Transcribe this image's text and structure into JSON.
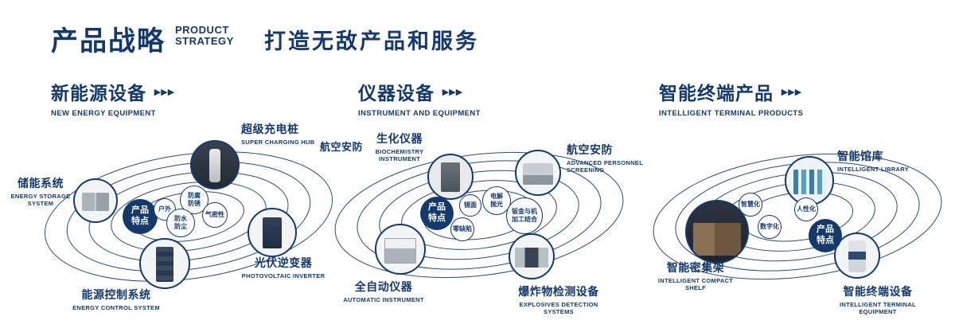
{
  "colors": {
    "navy": "#16396b",
    "background": "#ffffff"
  },
  "header": {
    "title": "产品战略",
    "subtitle_line1": "PRODUCT",
    "subtitle_line2": "STRATEGY",
    "tagline": "打造无敌产品和服务",
    "arrows": "▸▸▸"
  },
  "sections": [
    {
      "title": "新能源设备",
      "subtitle": "NEW ENERGY EQUIPMENT",
      "badge": "产品特点",
      "products": [
        {
          "name": "储能系统",
          "en": "ENERGY STORAGE SYSTEM"
        },
        {
          "name": "超级充电桩",
          "en": "SUPER CHARGING HUB"
        },
        {
          "name": "光伏逆变器",
          "en": "PHOTOVOLTAIC INVERTER"
        },
        {
          "name": "能源控制系统",
          "en": "ENERGY CONTROL SYSTEM"
        }
      ],
      "features": [
        "户外",
        "防腐防锈",
        "防水防尘",
        "气密性"
      ]
    },
    {
      "title": "仪器设备",
      "subtitle": "INSTRUMENT AND EQUIPMENT",
      "badge": "产品特点",
      "extra_label": "航空安防",
      "products": [
        {
          "name": "生化仪器",
          "en": "BIOCHEMISTRY INSTRUMENT"
        },
        {
          "name": "航空安防",
          "en": "ADVANCED PERSONNEL SCREENING"
        },
        {
          "name": "全自动仪器",
          "en": "AUTOMATIC INSTRUMENT"
        },
        {
          "name": "爆炸物检测设备",
          "en": "EXPLOSIVES DETECTION SYSTEMS"
        }
      ],
      "features": [
        "镜面",
        "电解抛光",
        "零缺陷",
        "钣金与机加工结合"
      ]
    },
    {
      "title": "智能终端产品",
      "subtitle": "INTELLIGENT TERMINAL PRODUCTS",
      "badge": "产品特点",
      "products": [
        {
          "name": "智能馆库",
          "en": "INTELLIGENT LIBRARY"
        },
        {
          "name": "智能密集架",
          "en": "INTELLIGENT COMPACT SHELF"
        },
        {
          "name": "智能终端设备",
          "en": "INTELLIGENT TERMINAL EQUIPMENT"
        }
      ],
      "features": [
        "智慧化",
        "人性化",
        "数字化"
      ]
    }
  ]
}
